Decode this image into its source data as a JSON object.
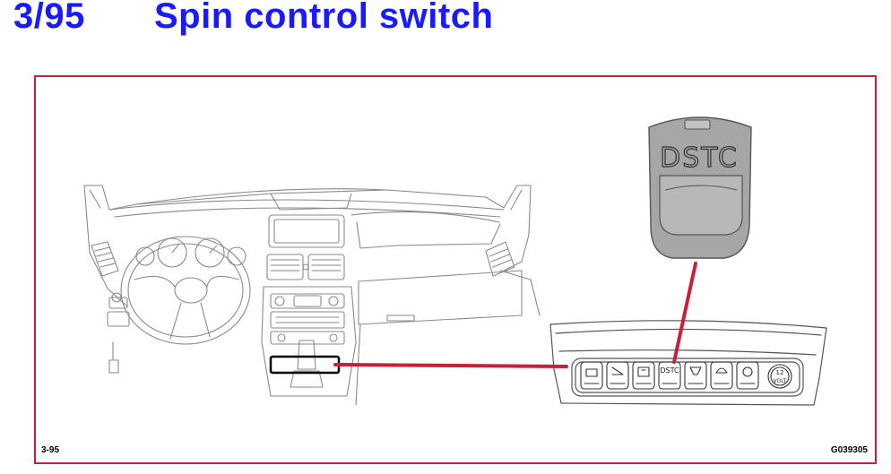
{
  "header": {
    "section_number": "3/95",
    "title": "Spin control switch"
  },
  "figure": {
    "label_left": "3-95",
    "label_right": "G039305",
    "enlarged_button_label": "DSTC",
    "panel_button_label": "DSTC",
    "volt_label_top": "12",
    "volt_label_bottom": "VOLT"
  },
  "colors": {
    "title": "#1a1aff",
    "frame": "#c8203a",
    "callout_line": "#c8203a",
    "button_gray": "#a6a6a6"
  }
}
